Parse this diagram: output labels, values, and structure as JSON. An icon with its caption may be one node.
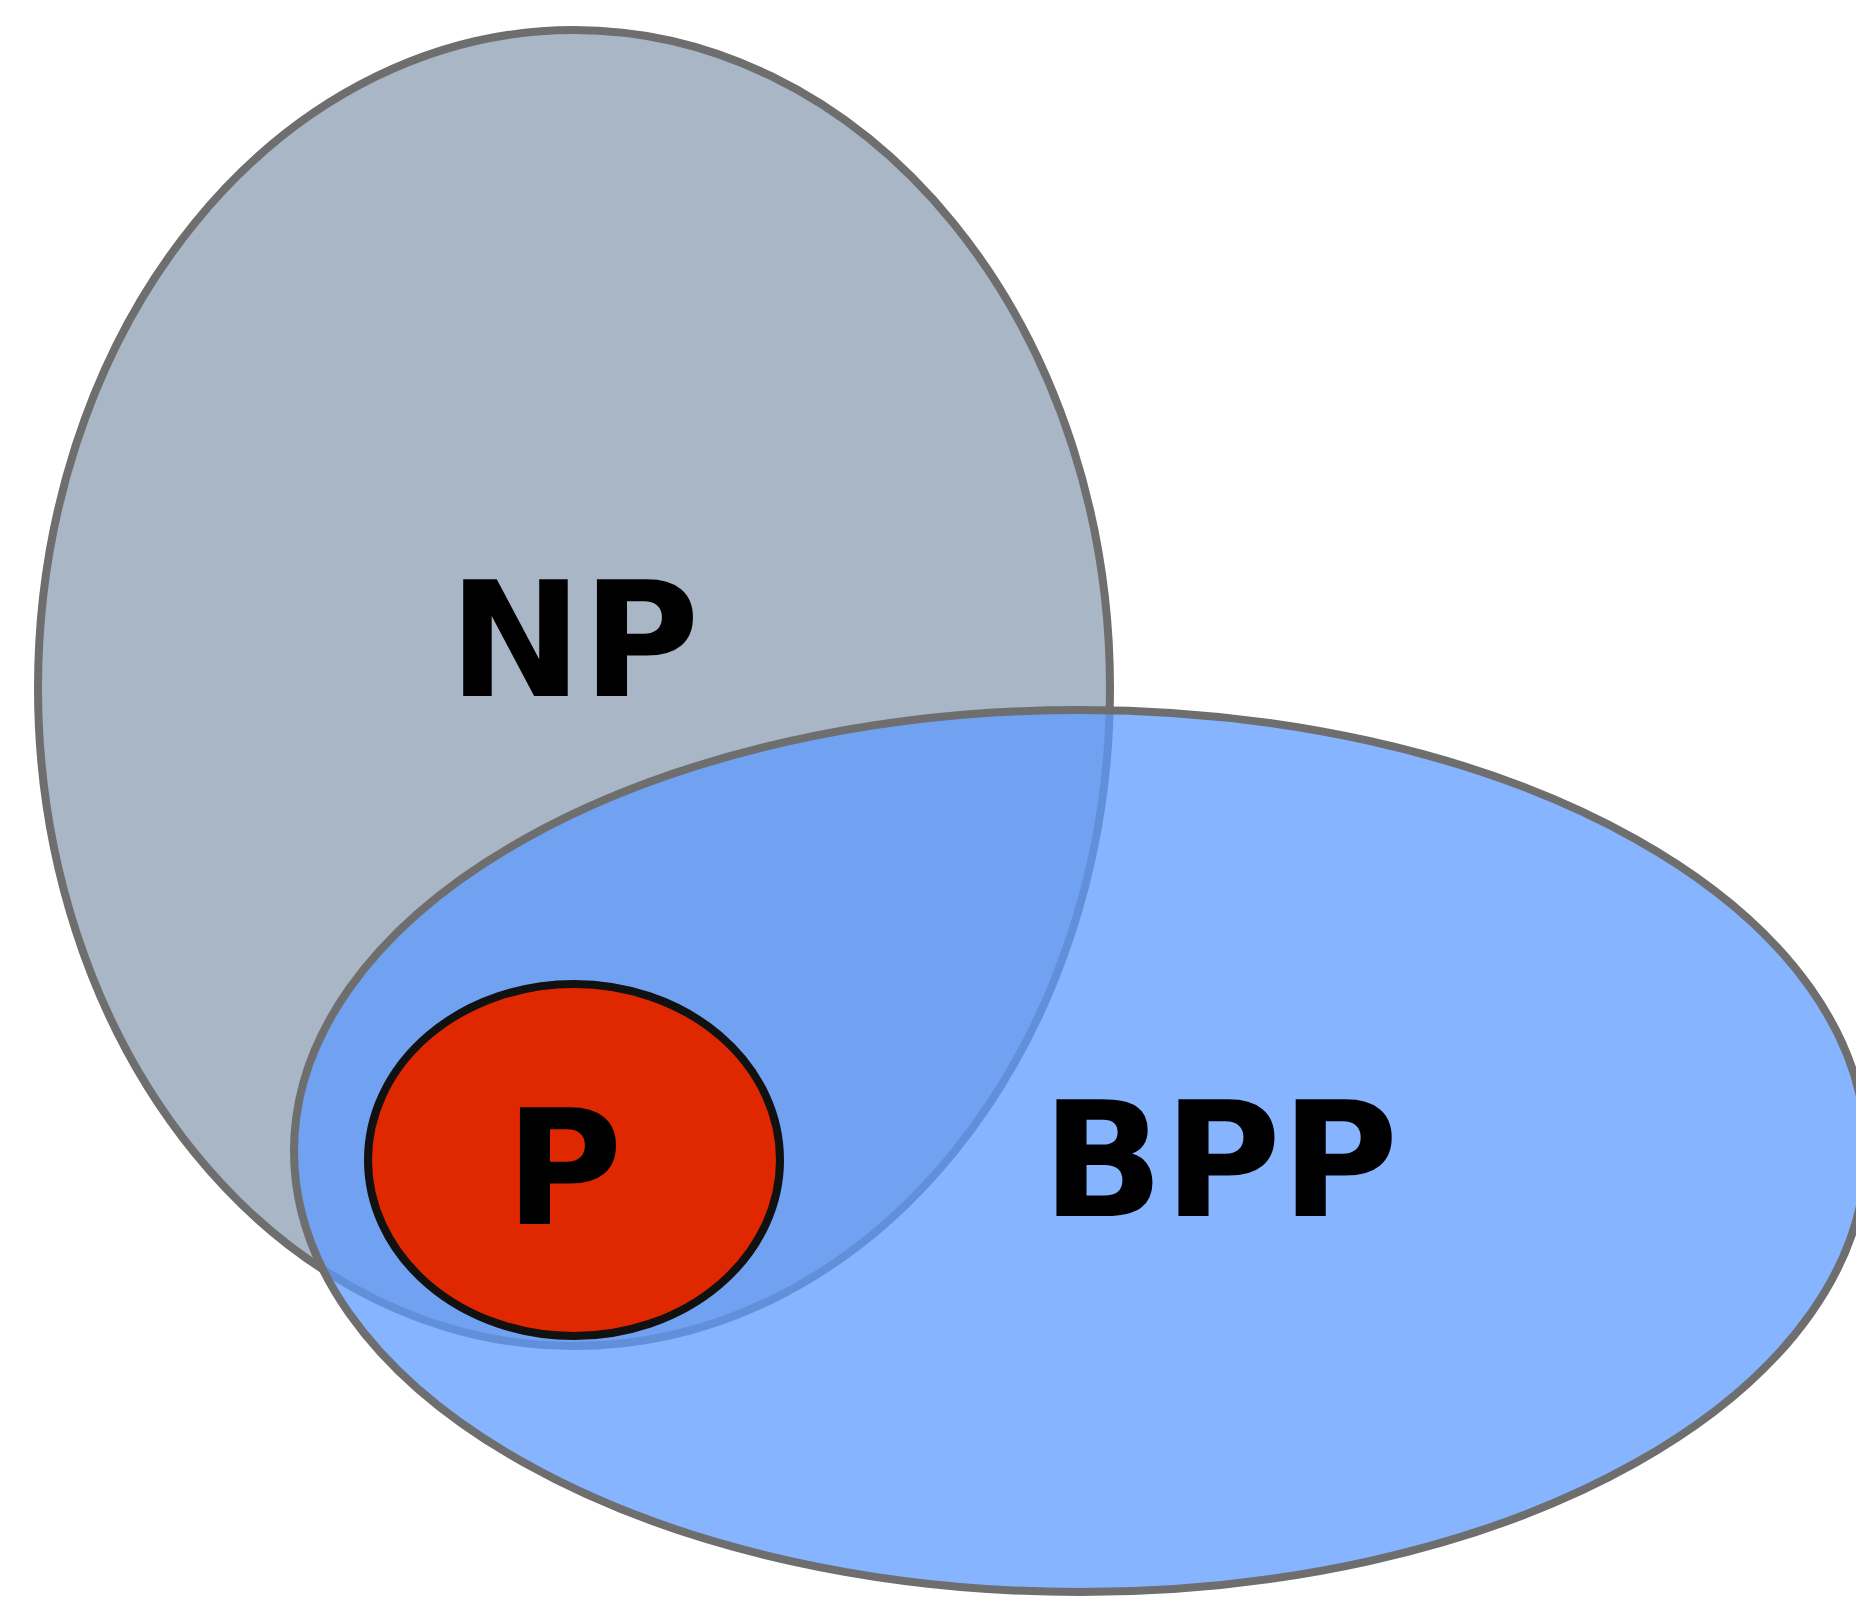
{
  "diagram": {
    "nodes": [
      {
        "text": [
          "NP"
        ]
      },
      {
        "text": [
          "BPP"
        ]
      },
      {
        "text": [
          "P"
        ]
      }
    ]
  }
}
